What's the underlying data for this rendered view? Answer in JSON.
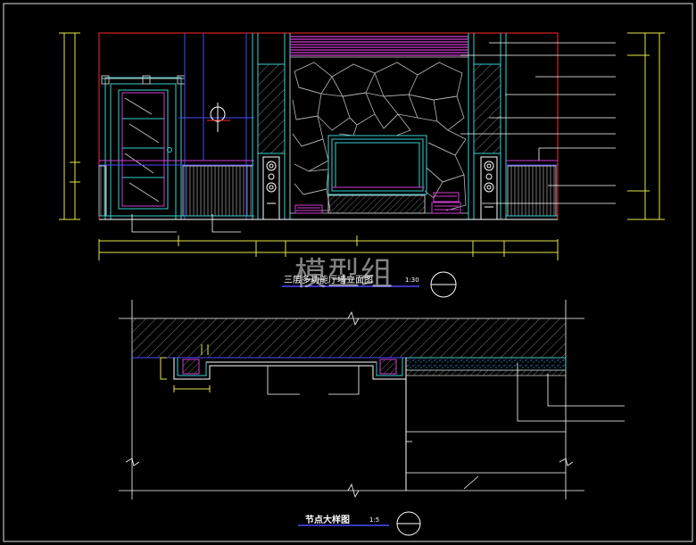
{
  "drawing": {
    "elevation_title": "三层多功能厅墙立面图",
    "elevation_scale": "1:30",
    "detail_title": "节点大样图",
    "detail_scale": "1:5",
    "watermark": "模型组"
  },
  "colors": {
    "background": "#000000",
    "red_outline": "#ff2a2a",
    "cyan": "#39d0d0",
    "yellow": "#e6e64a",
    "magenta": "#d23cd2",
    "blue": "#4a4aff",
    "white": "#ffffff",
    "gray": "#bdbdbd"
  },
  "icons": [
    "section-circle-icon",
    "section-circle-icon",
    "wall-lamp-icon",
    "break-line-icon"
  ]
}
